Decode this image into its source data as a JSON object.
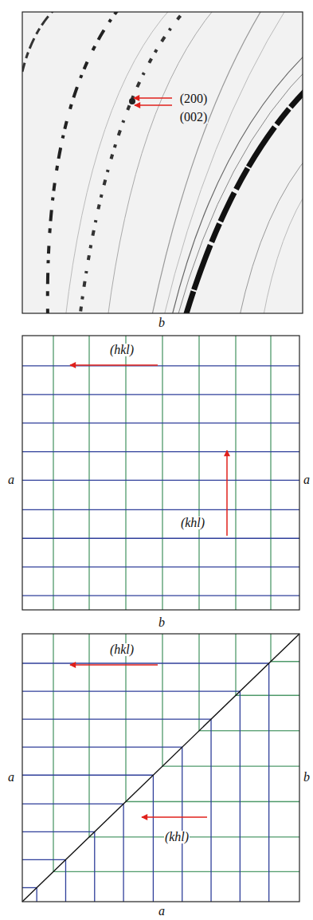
{
  "diagram": {
    "labels": [
      "(200)",
      "(002)",
      "b",
      "(hkl)",
      "(khl)",
      "a",
      "a",
      "b",
      "(hkl)",
      "(khl)",
      "a",
      "b",
      "a"
    ]
  }
}
